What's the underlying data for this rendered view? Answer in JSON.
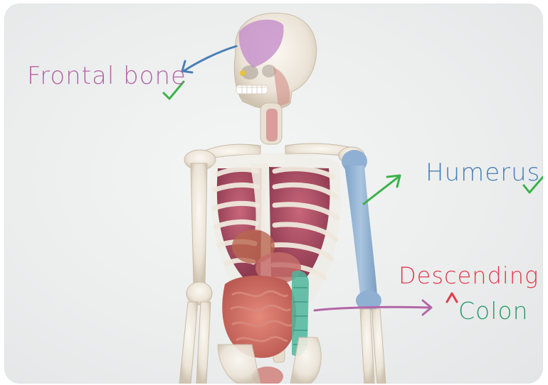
{
  "annotations": {
    "frontal": {
      "text": "Frontal bone",
      "color": "#b366a6"
    },
    "humerus": {
      "text": "Humerus",
      "color": "#4a7fb5"
    },
    "descending": {
      "text": "Descending",
      "color": "#e23a4c"
    },
    "colon": {
      "text": "Colon",
      "color": "#2a9a6c"
    },
    "check_color": "#3bb24a"
  },
  "icons": [
    "checkmark-icon",
    "arrow-icon",
    "caret-insert-icon"
  ]
}
